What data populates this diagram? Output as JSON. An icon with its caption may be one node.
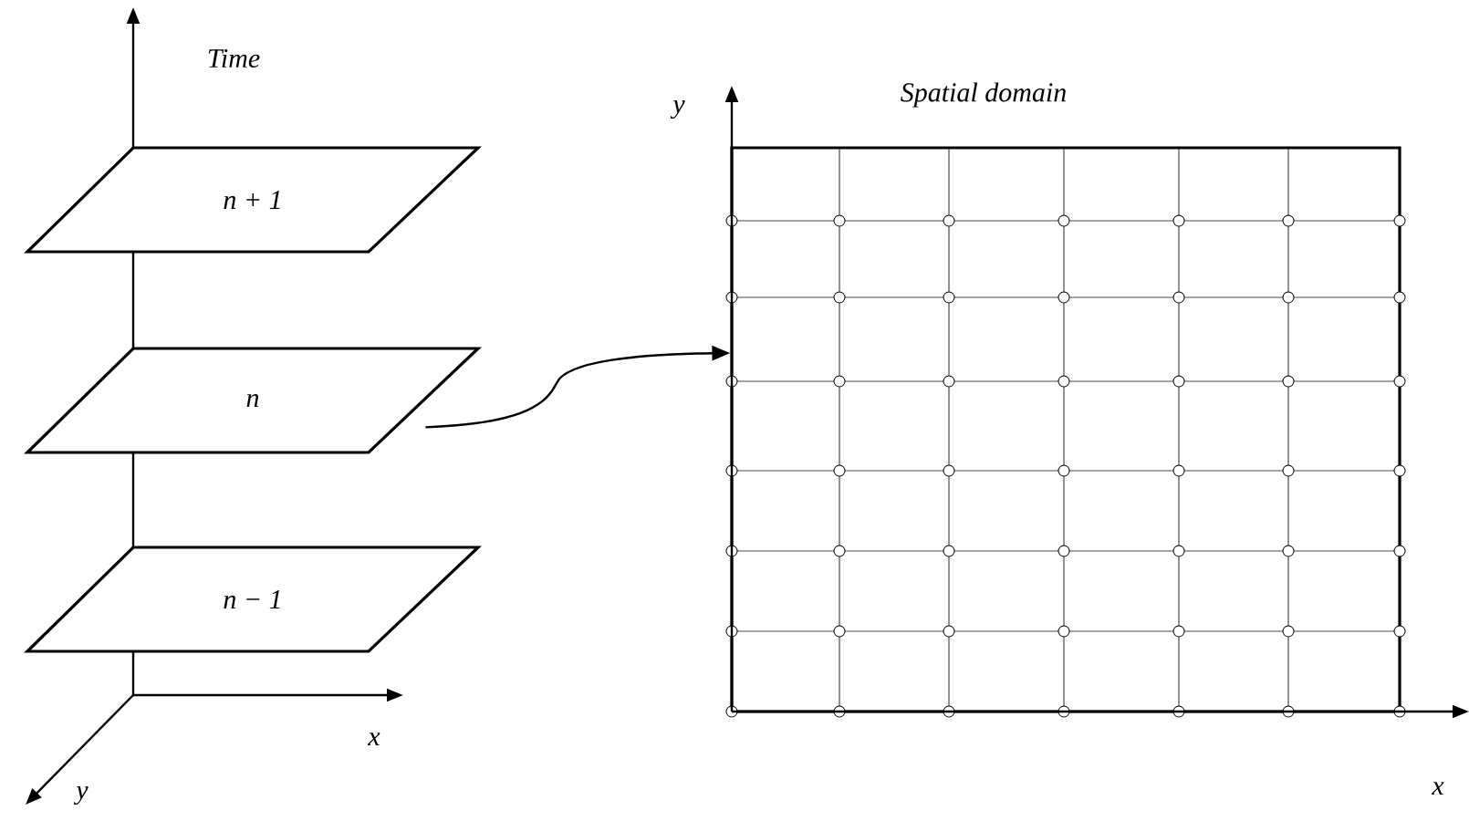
{
  "diagram": {
    "nodes": [
      {
        "text": [
          "n + 1"
        ]
      },
      {
        "text": [
          "n"
        ]
      },
      {
        "text": [
          "n − 1"
        ]
      },
      {
        "text": [
          "Spatial domain"
        ]
      }
    ],
    "edges": [
      {
        "from": 1,
        "to": 3,
        "arrow": "to"
      }
    ],
    "labels": [
      "Time",
      "x",
      "y",
      "y",
      "x"
    ]
  }
}
